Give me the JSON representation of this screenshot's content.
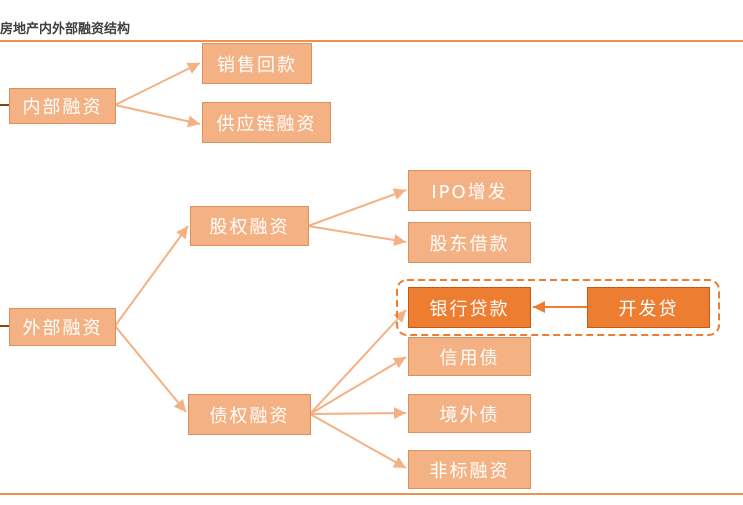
{
  "title": "房地产内外部融资结构",
  "colors": {
    "box": "#F4B183",
    "highlight": "#ED7D31",
    "line": "#ED7D31"
  },
  "nodes": {
    "internal": "内部融资",
    "sales": "销售回款",
    "supply": "供应链融资",
    "external": "外部融资",
    "equity": "股权融资",
    "debt": "债权融资",
    "ipo": "IPO增发",
    "shareholder": "股东借款",
    "bank": "银行贷款",
    "dev": "开发贷",
    "credit": "信用债",
    "overseas": "境外债",
    "nonstd": "非标融资"
  }
}
